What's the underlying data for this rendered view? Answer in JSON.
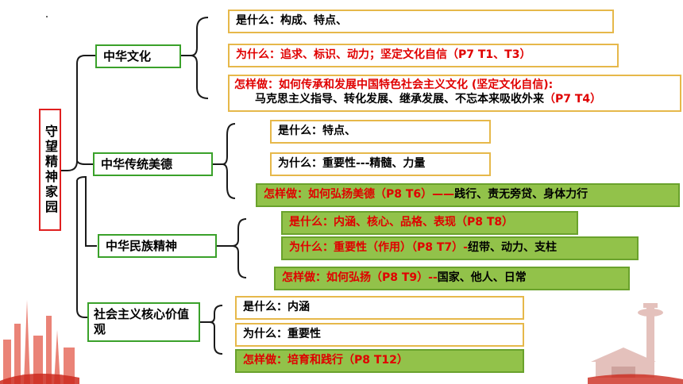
{
  "root": {
    "label": "守望精神家园"
  },
  "sections": [
    {
      "title": "中华文化",
      "items": [
        {
          "text": "是什么：构成、特点、"
        },
        {
          "red": "为什么：追求、标识、动力；坚定文化自信（P7 T1、T3）"
        },
        {
          "red": "怎样做：如何传承和发展中国特色社会主义文化 (坚定文化自信):",
          "dark": "马克思主义指导、转化发展、继承发展、不忘本来吸收外来",
          "red2": "（P7 T4）"
        }
      ]
    },
    {
      "title": "中华传统美德",
      "items": [
        {
          "text": "是什么：特点、"
        },
        {
          "text": "为什么：重要性---精髓、力量"
        },
        {
          "red": "怎样做：如何弘扬美德（P8 T6）——",
          "dark": "践行、责无旁贷、身体力行"
        }
      ]
    },
    {
      "title": "中华民族精神",
      "items": [
        {
          "red": "是什么：内涵、核心、品格、表现（P8 T8）"
        },
        {
          "red": "为什么：重要性（作用）（P8 T7）-",
          "dark": "纽带、动力、支柱"
        },
        {
          "red": "怎样做：如何弘扬（P8 T9）--",
          "dark": "国家、他人、日常"
        }
      ]
    },
    {
      "title": "社会主义核心价值观",
      "items": [
        {
          "text": "是什么：内涵"
        },
        {
          "text": "为什么：重要性"
        },
        {
          "red": "怎样做：培育和践行（P8 T12）"
        }
      ]
    }
  ],
  "colors": {
    "red": "#e00000",
    "green_fill": "#92c24a",
    "cat_border": "#3aa12a",
    "root_border": "#e02020",
    "plain_border": "#e6b84a"
  }
}
